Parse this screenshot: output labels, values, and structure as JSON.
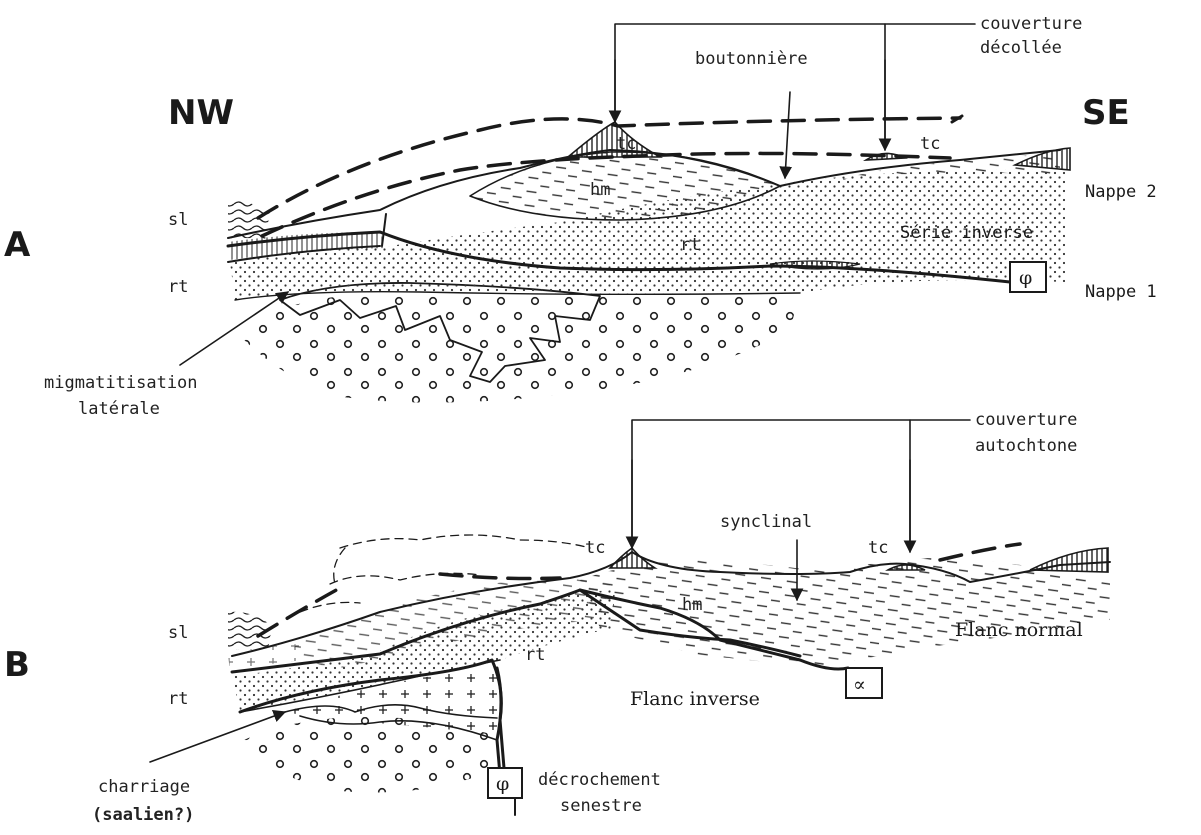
{
  "orientation": {
    "nw": "NW",
    "se": "SE"
  },
  "section_a": {
    "panel_label": "A",
    "couverture_label": [
      "couverture",
      "décollée"
    ],
    "boutonniere": "boutonnière",
    "tc_left": "tc",
    "tc_right": "tc",
    "hm": "hm",
    "sl": "sl",
    "rt_left": "rt",
    "rt_mid": "rt",
    "serie_inverse": "Série inverse",
    "nappe2": "Nappe 2",
    "nappe1": "Nappe 1",
    "fault_symbol": "φ",
    "migmatitisation": [
      "migmatitisation",
      "latérale"
    ]
  },
  "section_b": {
    "panel_label": "B",
    "couverture_label": [
      "couverture",
      "autochtone"
    ],
    "synclinal": "synclinal",
    "tc_left": "tc",
    "tc_right": "tc",
    "hm": "hm",
    "sl": "sl",
    "rt_left": "rt",
    "rt_mid": "rt",
    "flanc_normal": "Flanc normal",
    "flanc_inverse": "Flanc inverse",
    "alpha_symbol": "∝",
    "phi_symbol": "φ",
    "decrochement": [
      "décrochement",
      "senestre"
    ],
    "charriage": [
      "charriage",
      "(saalien?)"
    ]
  }
}
